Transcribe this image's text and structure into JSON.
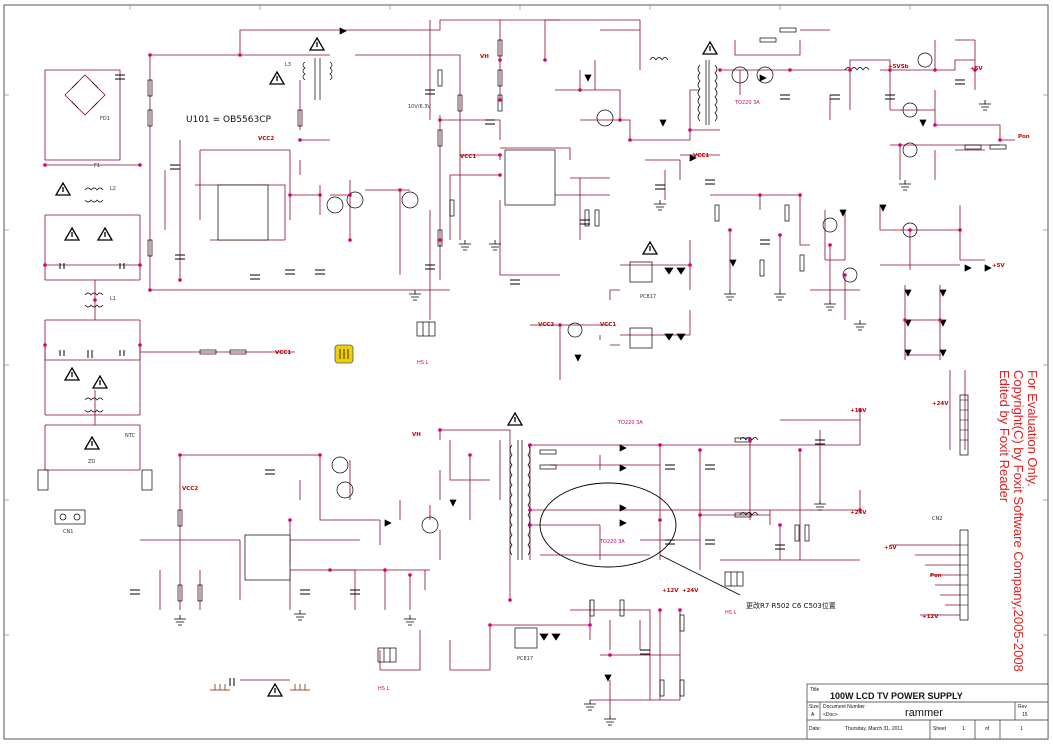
{
  "diagram": {
    "ic_main_label": "U101 = OB5563CP",
    "nets": {
      "vcc1": "VCC1",
      "vcc2": "VCC2",
      "vh": "VH",
      "plus12v": "+12V",
      "plus24v": "+24V",
      "plus5v": "+5V",
      "plus5vsb": "+5VSb",
      "pon": "Pon"
    },
    "parts": {
      "transistor_to220": "TO220 3A",
      "l_in": "L1",
      "l_pfc": "L2",
      "l_out": "L3",
      "zd": "ZD",
      "bridge": "FD1",
      "fuse": "F1",
      "ntc": "NTC",
      "conn_cn1": "CN1",
      "conn_cn2": "CN2",
      "heatsink_label": "HS L",
      "pc817": "PC817",
      "d_cap": "10V/6.3V"
    },
    "annotation_cn": "更改R7  R502  C6  C503位置",
    "colors": {
      "wire": "#8b0a2a",
      "component": "#000000",
      "junction": "#d4007a",
      "watermark": "#e02020",
      "warning": "#000000",
      "note": "#f0d000"
    }
  },
  "watermark": {
    "line1": "Edited by Foxit Reader",
    "line2": "Copyright(C) by Foxit Software Company,2005-2008",
    "line3": "For Evaluation Only."
  },
  "title_block": {
    "title_label": "Title",
    "title": "100W LCD TV POWER SUPPLY",
    "size_label": "Size",
    "size_value": "A",
    "doc_label": "Document Number",
    "doc_value": "<Doc>",
    "rev_label": "Rev",
    "rev_value": "15",
    "author": "rammer",
    "date_label": "Date:",
    "date_value": "Thursday, March 31, 2011",
    "sheet_label": "Sheet",
    "sheet_value": "1",
    "of_label": "of",
    "of_value": "1"
  }
}
